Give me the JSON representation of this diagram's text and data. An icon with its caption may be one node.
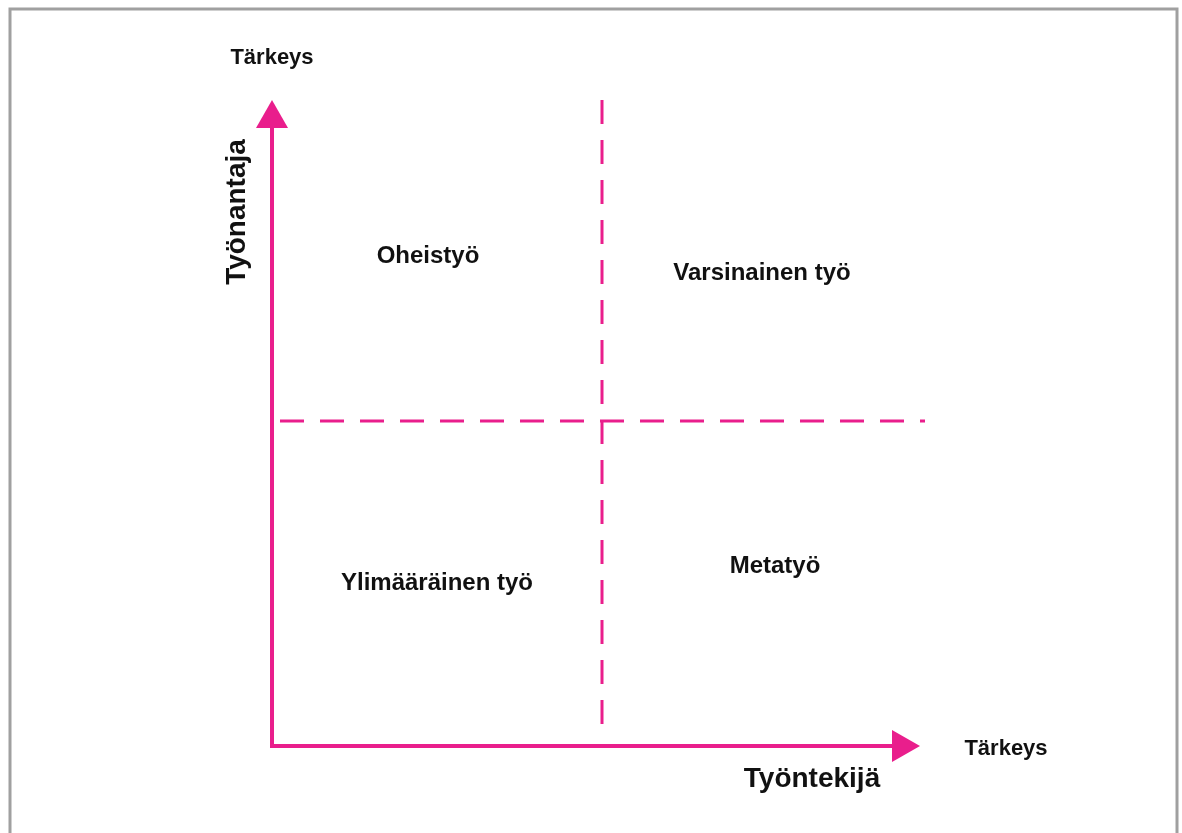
{
  "diagram": {
    "labels": [
      "Tärkeys",
      "Työnantaja",
      "Oheistyö",
      "Varsinainen työ",
      "Ylimääräinen työ",
      "Metatyö",
      "Tärkeys",
      "Työntekijä"
    ]
  }
}
